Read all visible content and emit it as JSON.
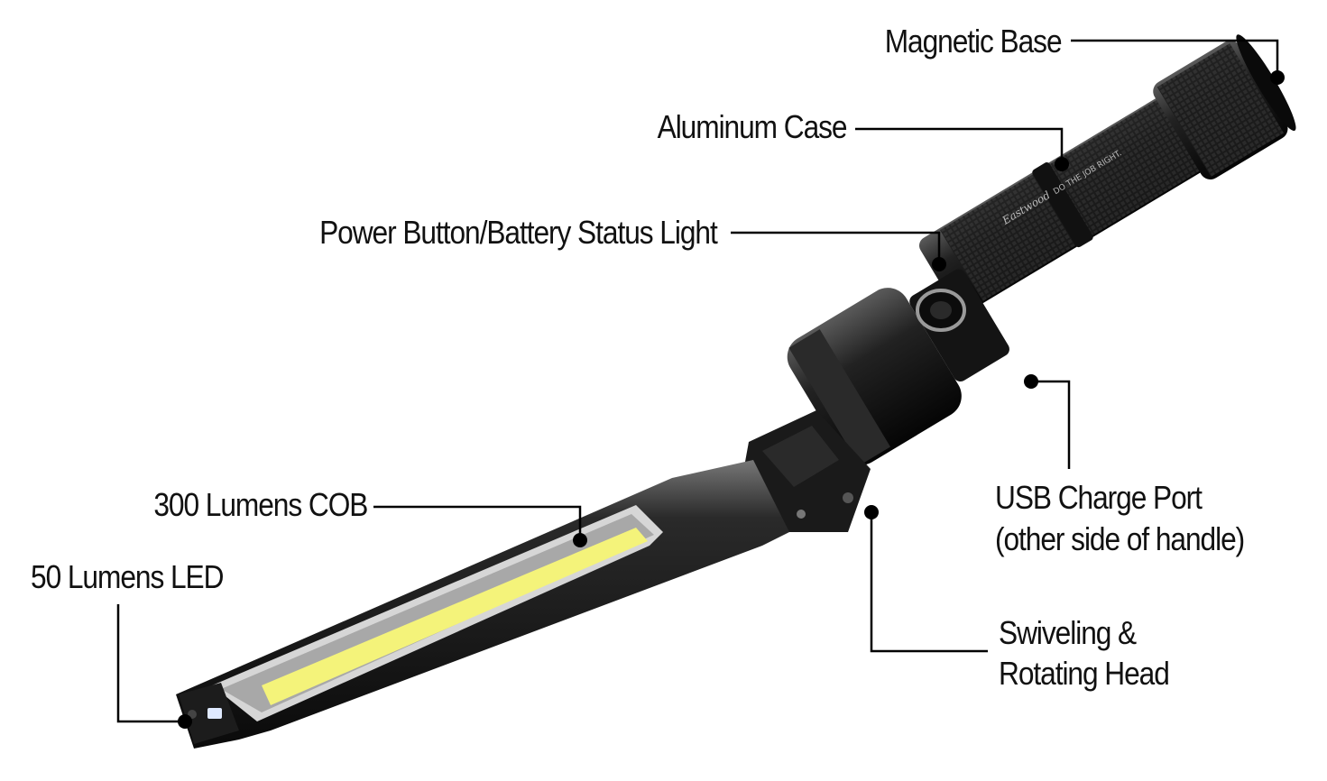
{
  "labels": {
    "magnetic_base": "Magnetic Base",
    "aluminum_case": "Aluminum Case",
    "power_button": "Power Button/Battery Status Light",
    "usb_port_line1": "USB Charge Port",
    "usb_port_line2": "(other side of handle)",
    "cob": "300 Lumens COB",
    "led": "50 Lumens LED",
    "swivel_line1": "Swiveling &",
    "swivel_line2": "Rotating Head"
  },
  "product_engraving": {
    "brand": "Eastwood",
    "slogan": "DO THE JOB RIGHT."
  },
  "colors": {
    "background": "#ffffff",
    "body": "#1a1a1a",
    "cob_light": "#f4f37a",
    "leader": "#000000"
  }
}
